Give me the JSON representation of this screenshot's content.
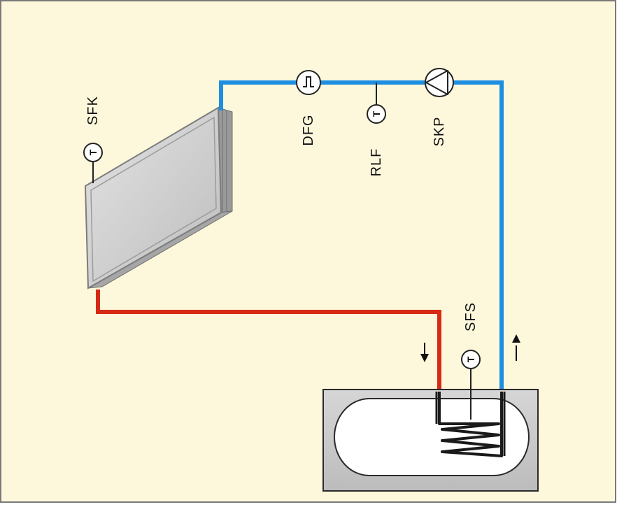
{
  "colors": {
    "background": "#fdf8dc",
    "frame": "#7a7a7a",
    "hot_pipe": "#d62a14",
    "cold_pipe": "#1e8fe0",
    "collector_face": "#cdcdcd",
    "collector_edge": "#8a8a8a",
    "tank_outer": "#c9c9c9",
    "tank_inner": "#ffffff"
  },
  "sensor_glyph": "T",
  "labels": {
    "collector_sensor": "SFK",
    "flow_meter": "DFG",
    "return_sensor": "RLF",
    "pump": "SKP",
    "storage_sensor": "SFS"
  },
  "icons": {
    "flow_meter": "flow-meter-icon",
    "pump": "pump-icon",
    "sensor": "temperature-sensor-icon",
    "flow_down": "arrow-down-icon",
    "flow_up": "arrow-up-icon"
  }
}
